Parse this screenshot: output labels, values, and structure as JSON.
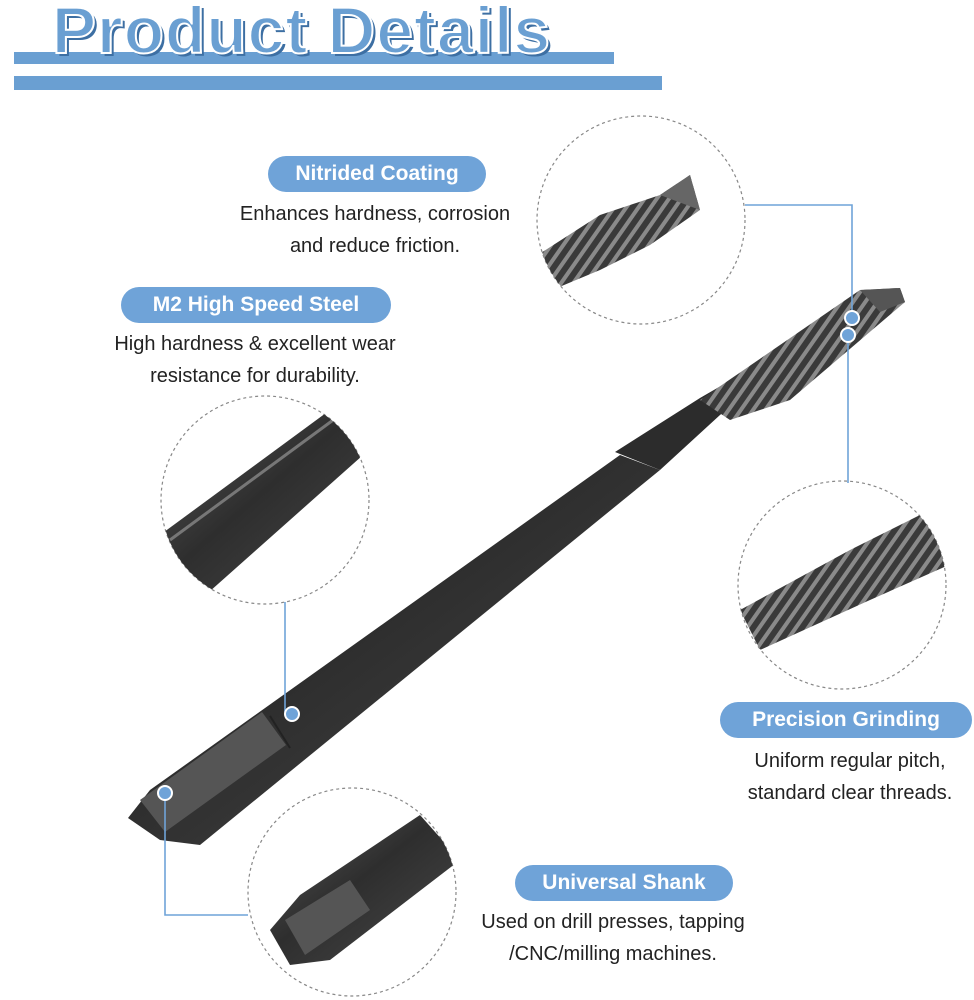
{
  "title": "Product Details",
  "features": [
    {
      "id": "nitrided",
      "label": "Nitrided Coating",
      "lines": [
        "Enhances hardness, corrosion",
        "and reduce friction."
      ]
    },
    {
      "id": "m2",
      "label": "M2 High Speed Steel",
      "lines": [
        "High hardness & excellent wear",
        "resistance for durability."
      ]
    },
    {
      "id": "grinding",
      "label": "Precision Grinding",
      "lines": [
        "Uniform regular pitch,",
        "standard clear threads."
      ]
    },
    {
      "id": "shank",
      "label": "Universal Shank",
      "lines": [
        "Used on drill presses, tapping",
        "/CNC/milling machines."
      ]
    }
  ],
  "colors": {
    "accent": "#6fa3d8",
    "title_shadow": "#3d6fa3",
    "tool": "#3a3a3a",
    "text": "#222222"
  }
}
